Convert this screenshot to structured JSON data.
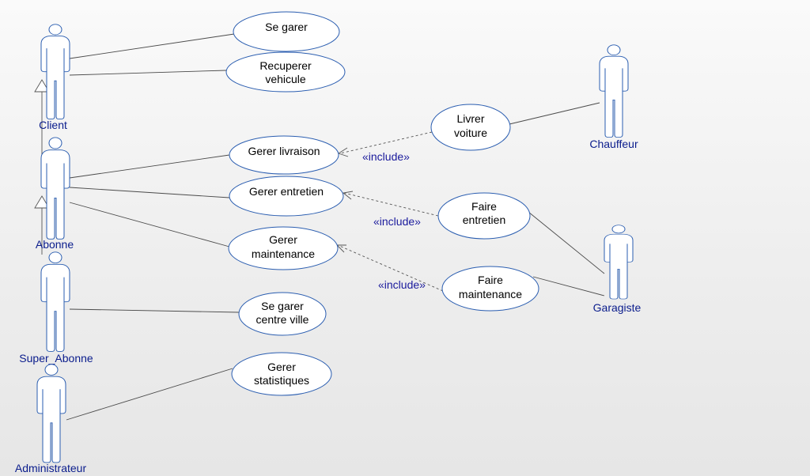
{
  "actors": {
    "client": "Client",
    "abonne": "Abonne",
    "super_abonne": "Super_Abonne",
    "administrateur": "Administrateur",
    "chauffeur": "Chauffeur",
    "garagiste": "Garagiste"
  },
  "use_cases": {
    "se_garer": [
      "Se garer"
    ],
    "recuperer_vehicule": [
      "Recuperer",
      "vehicule"
    ],
    "gerer_livraison": [
      "Gerer livraison"
    ],
    "gerer_entretien": [
      "Gerer entretien"
    ],
    "gerer_maintenance": [
      "Gerer",
      "maintenance"
    ],
    "se_garer_centre_ville": [
      "Se garer",
      "centre ville"
    ],
    "gerer_statistiques": [
      "Gerer",
      "statistiques"
    ],
    "livrer_voiture": [
      "Livrer",
      "voiture"
    ],
    "faire_entretien": [
      "Faire",
      "entretien"
    ],
    "faire_maintenance": [
      "Faire",
      "maintenance"
    ]
  },
  "relationships": {
    "include_livraison": "«include»",
    "include_entretien": "«include»",
    "include_maintenance": "«include»"
  },
  "colors": {
    "outline": "#2a5db0",
    "label": "#0a1c8c",
    "stereotype": "#1a1a9c"
  }
}
